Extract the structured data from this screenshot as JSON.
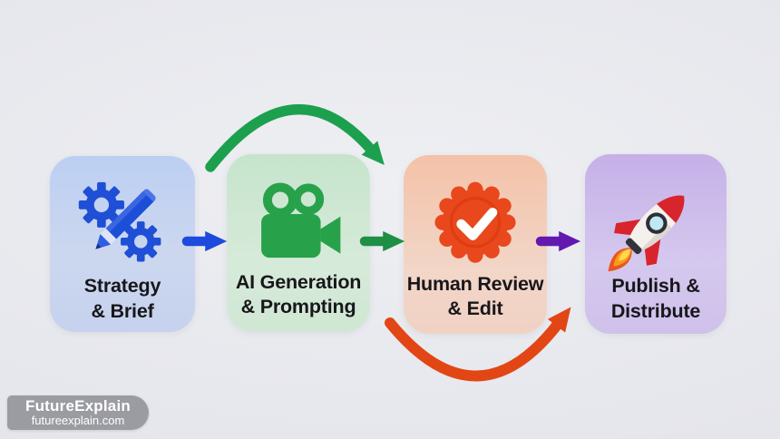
{
  "steps": [
    {
      "id": "strategy-brief",
      "label_line1": "Strategy",
      "label_line2": "& Brief",
      "icon": "gear-pencil-icon",
      "card_color": "#bccff2",
      "accent": "#1c4bdd"
    },
    {
      "id": "ai-generation-prompting",
      "label_line1": "AI Generation",
      "label_line2": "& Prompting",
      "icon": "movie-camera-icon",
      "card_color": "#c6e4cc",
      "accent": "#1f9447"
    },
    {
      "id": "human-review-edit",
      "label_line1": "Human Review",
      "label_line2": "& Edit",
      "icon": "badge-check-icon",
      "card_color": "#f4c2a8",
      "accent": "#e8481c"
    },
    {
      "id": "publish-distribute",
      "label_line1": "Publish &",
      "label_line2": "Distribute",
      "icon": "rocket-icon",
      "card_color": "#c5b0e8",
      "accent": "#6319b0"
    }
  ],
  "arrows": {
    "step1_to_step2": {
      "type": "straight",
      "color": "#1c4bdd"
    },
    "step2_to_step3": {
      "type": "straight",
      "color": "#1e8f44"
    },
    "step3_to_step4": {
      "type": "straight",
      "color": "#6319b0"
    },
    "arc_top": {
      "type": "curved",
      "color": "#1ca04e"
    },
    "arc_bottom": {
      "type": "curved",
      "color": "#e24615"
    }
  },
  "watermark": {
    "title": "FutureExplain",
    "url": "futureexplain.com",
    "bg_color": "#9b9ba2"
  }
}
